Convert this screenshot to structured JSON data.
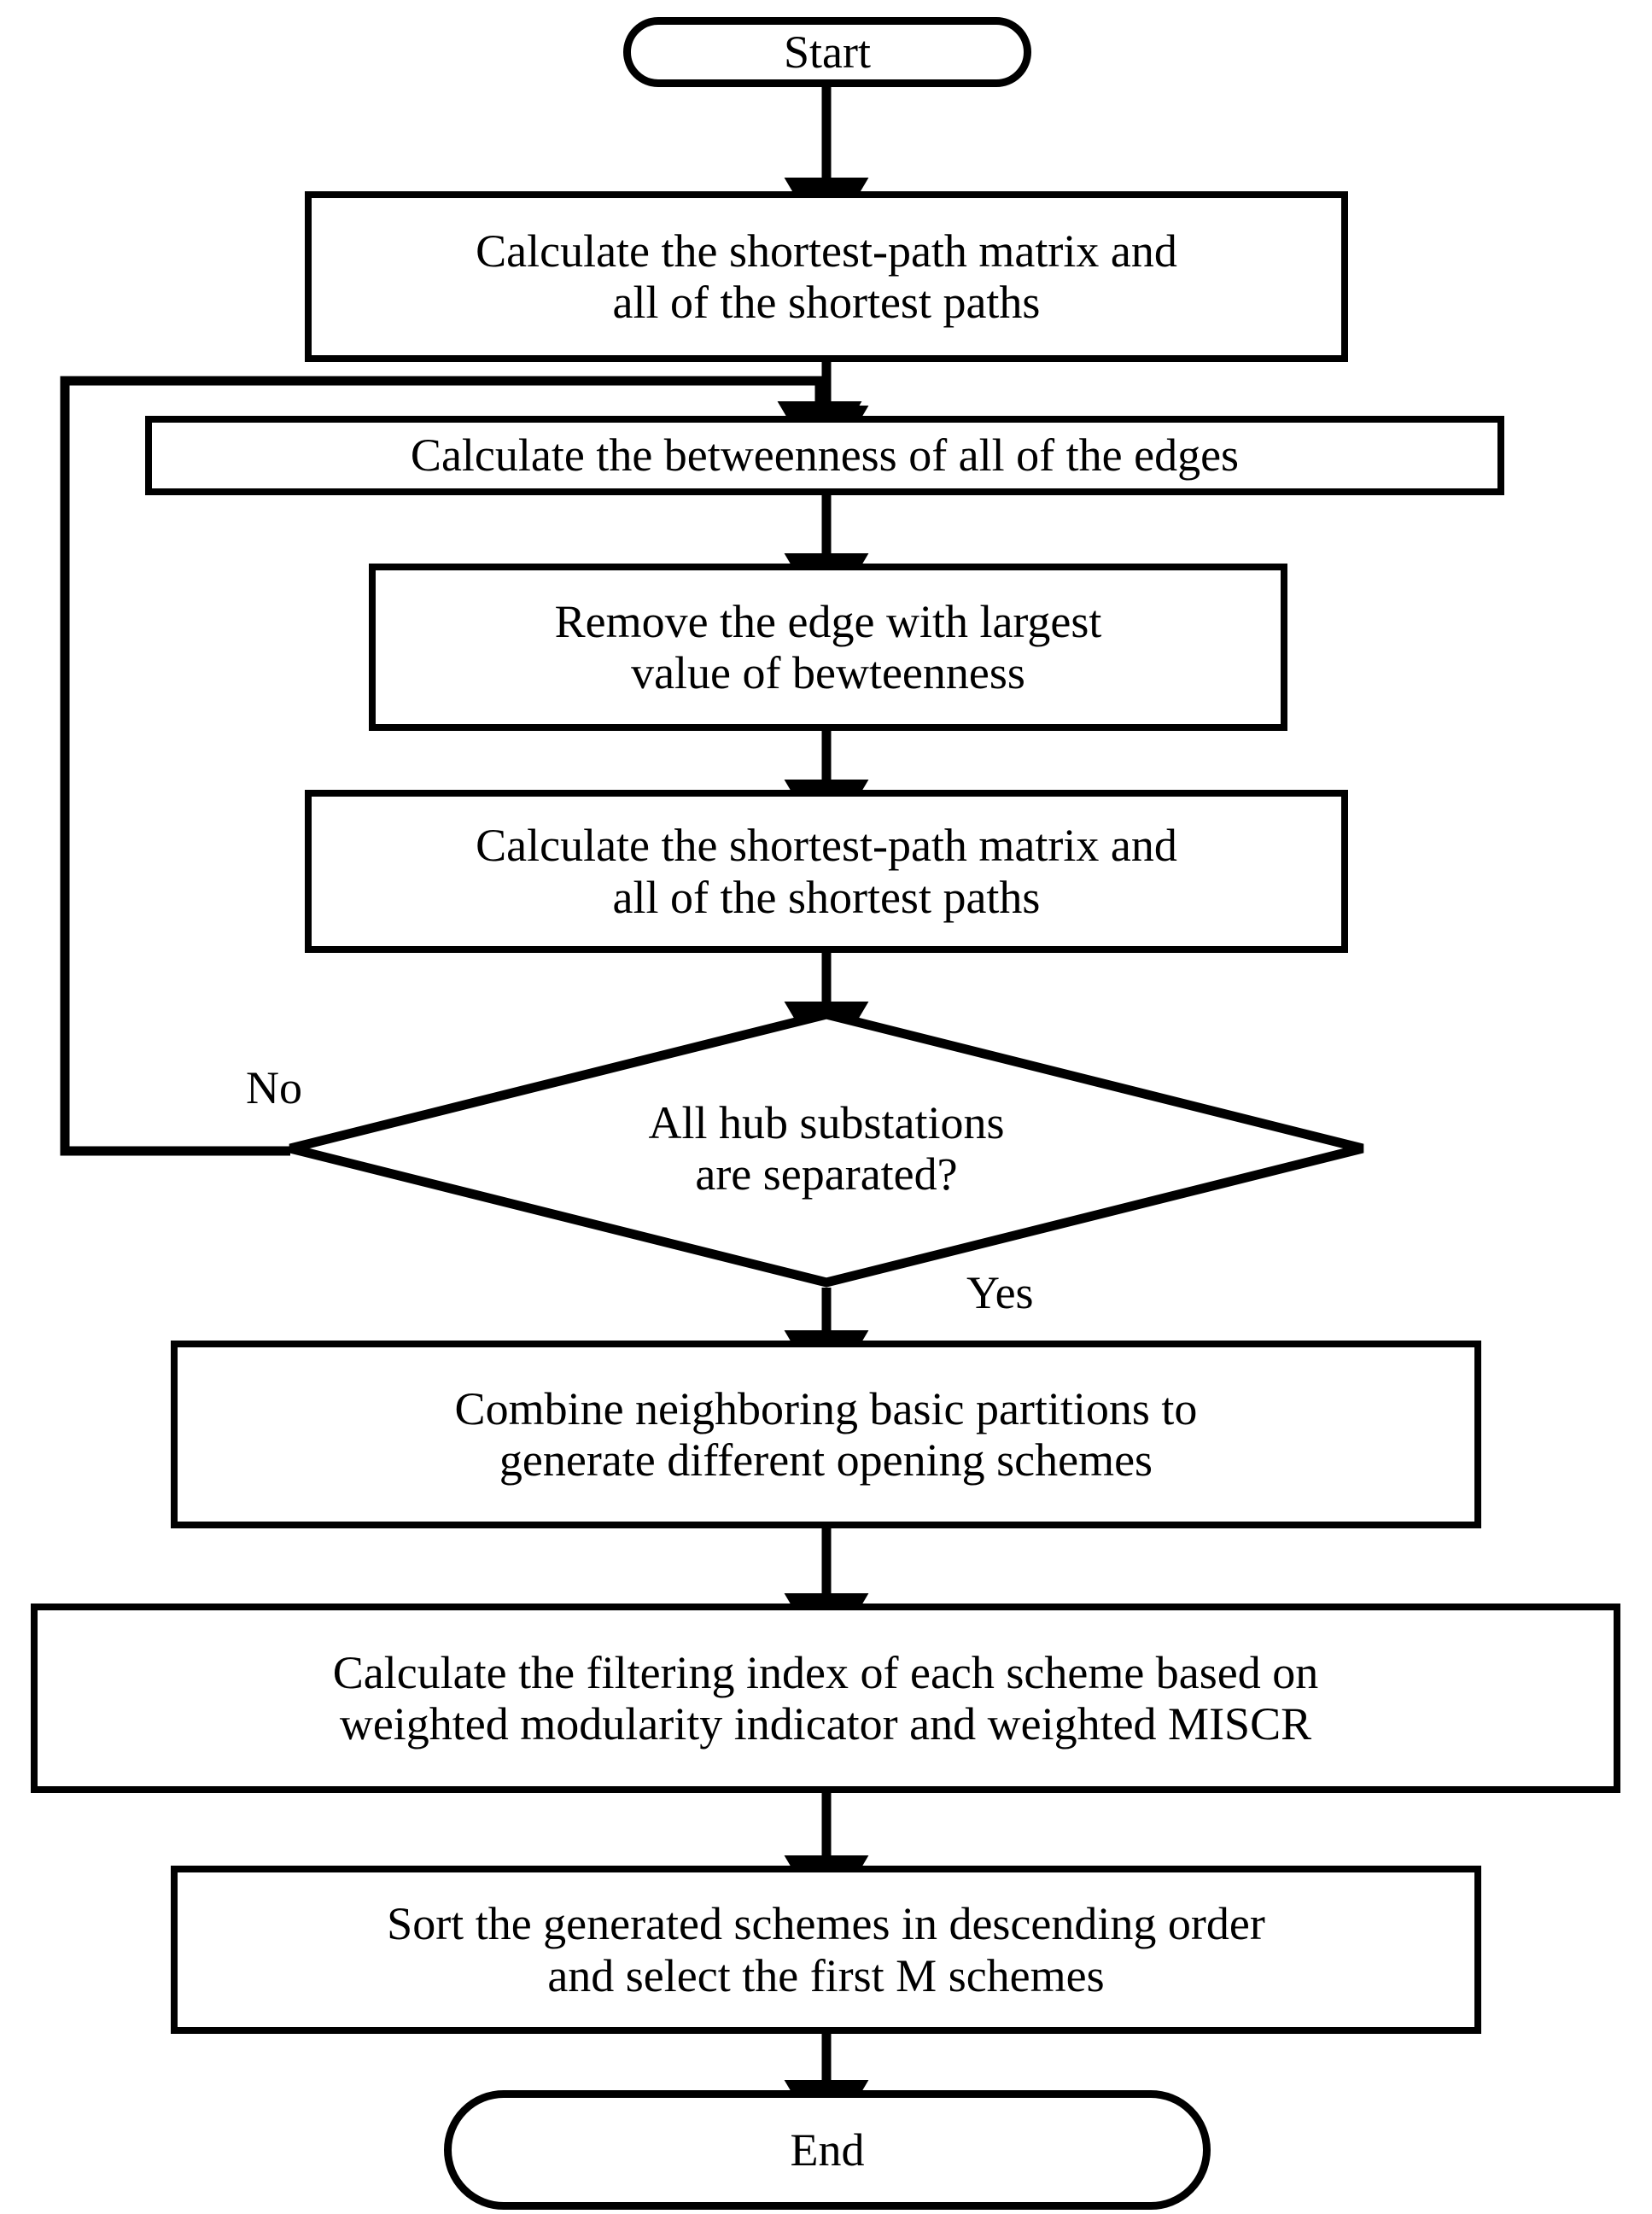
{
  "diagram": {
    "title": "Flowchart of the partition-based opening scheme generation algorithm",
    "type": "flowchart",
    "orientation": "top-to-bottom",
    "stroke_color": "#000000",
    "fill_color": "#ffffff",
    "text_color": "#000000"
  },
  "nodes": [
    {
      "id": "start",
      "shape": "terminal",
      "label": "Start"
    },
    {
      "id": "calc-sp-1",
      "shape": "process",
      "label": "Calculate the shortest-path matrix and\nall of the shortest paths"
    },
    {
      "id": "calc-betweenness",
      "shape": "process",
      "label": "Calculate the betweenness of all of the edges"
    },
    {
      "id": "remove-edge",
      "shape": "process",
      "label": "Remove the edge with largest\nvalue of bewteenness"
    },
    {
      "id": "calc-sp-2",
      "shape": "process",
      "label": "Calculate the shortest-path matrix and\nall of the shortest paths"
    },
    {
      "id": "decision-hub",
      "shape": "decision",
      "label": "All hub substations\nare separated?"
    },
    {
      "id": "combine-partitions",
      "shape": "process",
      "label": "Combine neighboring basic partitions to\ngenerate different opening schemes"
    },
    {
      "id": "filtering-index",
      "shape": "process",
      "label": "Calculate the filtering index of each scheme based on\nweighted modularity indicator and weighted MISCR"
    },
    {
      "id": "sort-schemes",
      "shape": "process",
      "label": "Sort the generated schemes in descending order\nand select the first M schemes"
    },
    {
      "id": "end",
      "shape": "terminal",
      "label": "End"
    }
  ],
  "edge_labels": {
    "no": "No",
    "yes": "Yes"
  },
  "edges": [
    {
      "from": "start",
      "to": "calc-sp-1",
      "label": ""
    },
    {
      "from": "calc-sp-1",
      "to": "calc-betweenness",
      "label": ""
    },
    {
      "from": "calc-betweenness",
      "to": "remove-edge",
      "label": ""
    },
    {
      "from": "remove-edge",
      "to": "calc-sp-2",
      "label": ""
    },
    {
      "from": "calc-sp-2",
      "to": "decision-hub",
      "label": ""
    },
    {
      "from": "decision-hub",
      "to": "calc-betweenness",
      "label": "No"
    },
    {
      "from": "decision-hub",
      "to": "combine-partitions",
      "label": "Yes"
    },
    {
      "from": "combine-partitions",
      "to": "filtering-index",
      "label": ""
    },
    {
      "from": "filtering-index",
      "to": "sort-schemes",
      "label": ""
    },
    {
      "from": "sort-schemes",
      "to": "end",
      "label": ""
    }
  ]
}
